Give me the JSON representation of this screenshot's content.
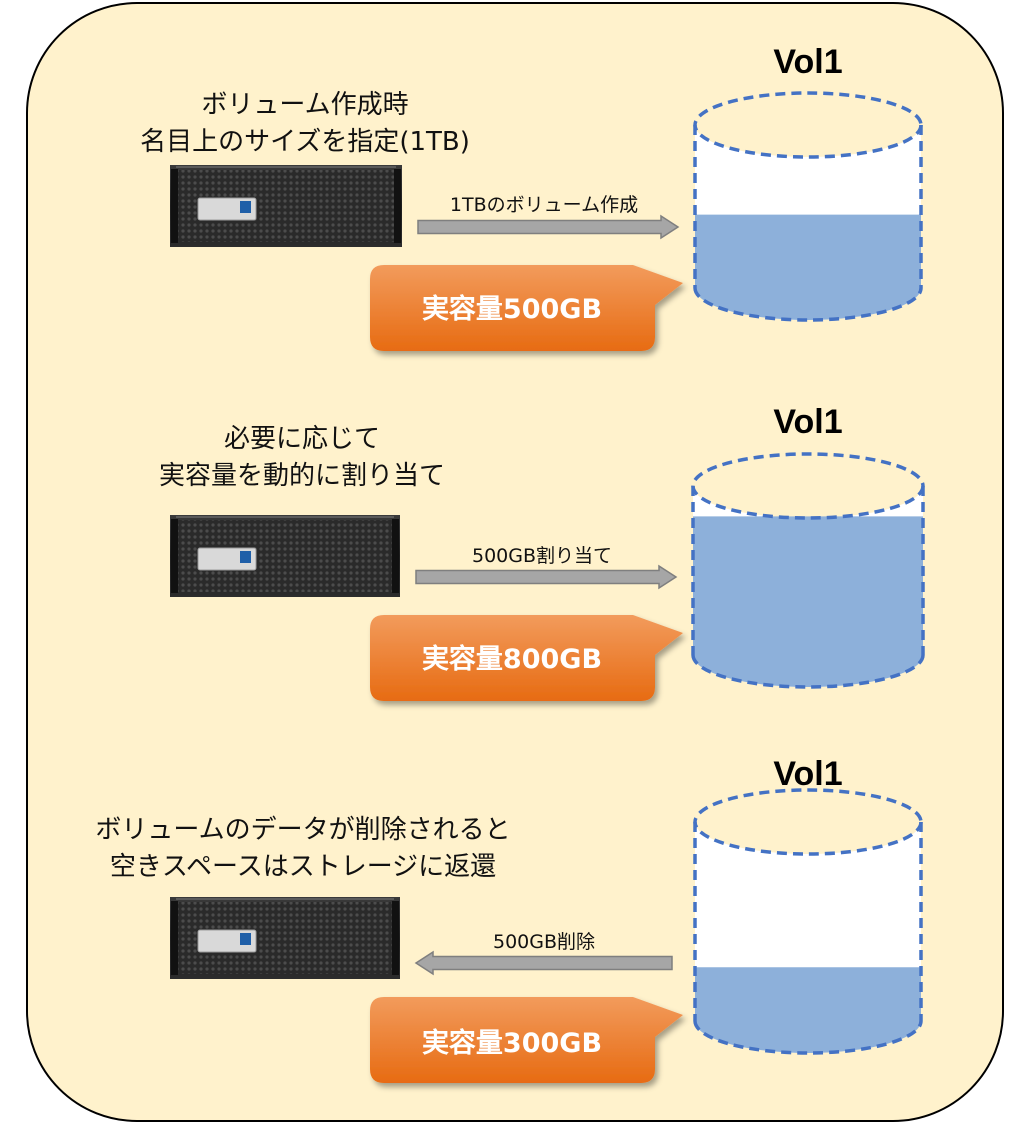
{
  "colors": {
    "panel_fill": "#fff2cc",
    "panel_stroke": "#000000",
    "cylinder_stroke": "#4472c4",
    "cylinder_fill": "#8db0da",
    "callout_top": "#f29b5c",
    "callout_bottom": "#e76b12",
    "arrow_fill": "#a6a6a6",
    "arrow_stroke": "#7f7f7f"
  },
  "icons": {
    "storage": "storage-appliance-icon",
    "arrow_right": "arrow-right-icon",
    "arrow_left": "arrow-left-icon"
  },
  "steps": [
    {
      "heading_line1": "ボリューム作成時",
      "heading_line2": "名目上のサイズを指定(1TB)",
      "arrow_label": "1TBのボリューム作成",
      "arrow_direction": "right",
      "callout": "実容量500GB",
      "volume_label": "Vol1",
      "fill_level": 0.45
    },
    {
      "heading_line1": "必要に応じて",
      "heading_line2": "実容量を動的に割り当て",
      "arrow_label": "500GB割り当て",
      "arrow_direction": "right",
      "callout": "実容量800GB",
      "volume_label": "Vol1",
      "fill_level": 0.82
    },
    {
      "heading_line1": "ボリュームのデータが削除されると",
      "heading_line2": "空きスペースはストレージに返還",
      "arrow_label": "500GB削除",
      "arrow_direction": "left",
      "callout": "実容量300GB",
      "volume_label": "Vol1",
      "fill_level": 0.27
    }
  ]
}
